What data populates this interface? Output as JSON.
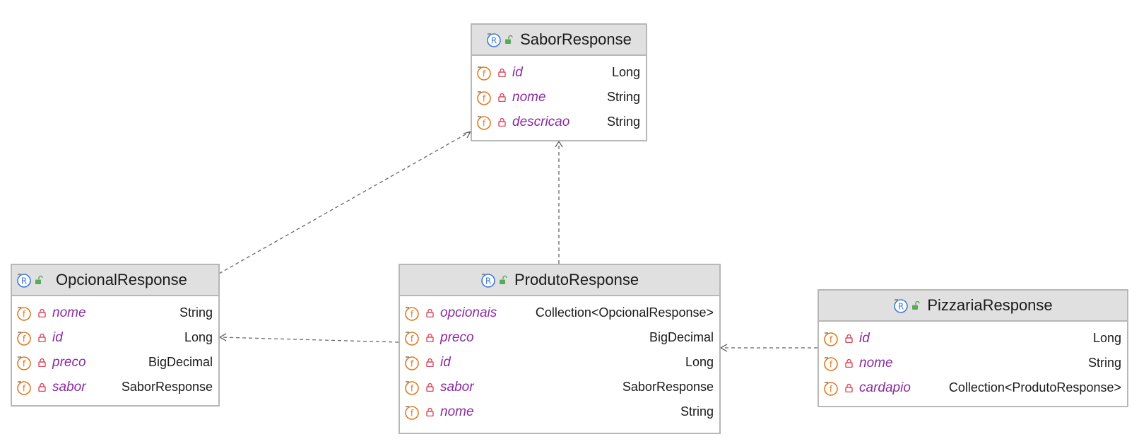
{
  "classes": {
    "sabor": {
      "name": "SaborResponse",
      "fields": [
        {
          "name": "id",
          "type": "Long"
        },
        {
          "name": "nome",
          "type": "String"
        },
        {
          "name": "descricao",
          "type": "String"
        }
      ]
    },
    "opcional": {
      "name": "OpcionalResponse",
      "fields": [
        {
          "name": "nome",
          "type": "String"
        },
        {
          "name": "id",
          "type": "Long"
        },
        {
          "name": "preco",
          "type": "BigDecimal"
        },
        {
          "name": "sabor",
          "type": "SaborResponse"
        }
      ]
    },
    "produto": {
      "name": "ProdutoResponse",
      "fields": [
        {
          "name": "opcionais",
          "type": "Collection<OpcionalResponse>"
        },
        {
          "name": "preco",
          "type": "BigDecimal"
        },
        {
          "name": "id",
          "type": "Long"
        },
        {
          "name": "sabor",
          "type": "SaborResponse"
        },
        {
          "name": "nome",
          "type": "String"
        }
      ]
    },
    "pizzaria": {
      "name": "PizzariaResponse",
      "fields": [
        {
          "name": "id",
          "type": "Long"
        },
        {
          "name": "nome",
          "type": "String"
        },
        {
          "name": "cardapio",
          "type": "Collection<ProdutoResponse>"
        }
      ]
    }
  },
  "icons": {
    "class_icon": "record-class-icon",
    "open_icon": "unlocked-icon",
    "field_icon": "field-icon",
    "field_lock_icon": "private-lock-icon"
  },
  "colors": {
    "header_bg": "#e0e0e0",
    "border": "#b7b7b7",
    "field_name": "#8a2aa0",
    "record_icon": "#3d7bd9",
    "field_icon": "#e07a1f",
    "lock": "#d84a5e",
    "open_lock": "#5aa95a",
    "edge": "#666666"
  },
  "edges": [
    {
      "from": "opcional",
      "to": "sabor",
      "style": "dashed"
    },
    {
      "from": "produto",
      "to": "sabor",
      "style": "dashed"
    },
    {
      "from": "produto",
      "to": "opcional",
      "style": "dashed"
    },
    {
      "from": "pizzaria",
      "to": "produto",
      "style": "dashed"
    }
  ]
}
